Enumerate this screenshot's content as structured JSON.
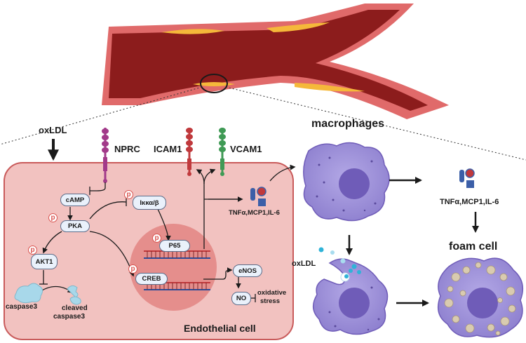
{
  "labels": {
    "oxldl_top": "oxLDL",
    "nprc": "NPRC",
    "icam1": "ICAM1",
    "vcam1": "VCAM1",
    "macrophages": "macrophages",
    "camp": "cAMP",
    "pka": "PKA",
    "ikk": "Iκκα/β",
    "akt1": "AKT1",
    "p65": "P65",
    "creb": "CREB",
    "enos": "eNOS",
    "no": "NO",
    "oxidative": "oxidative",
    "stress": "stress",
    "caspase3": "caspase3",
    "cleaved": "cleaved",
    "cleaved_caspase3": "caspase3",
    "cytokines_cell": "TNFα,MCP1,IL-6",
    "cytokines_right": "TNFα,MCP1,IL-6",
    "oxldl_mid": "oxLDL",
    "foam_cell": "foam cell",
    "endothelial_cell": "Endothelial cell",
    "phospho": "p"
  },
  "colors": {
    "vessel_outer": "#e06a6a",
    "vessel_lumen": "#8c1c1c",
    "plaque": "#f5b83a",
    "cell_fill": "#f2c2c0",
    "cell_border": "#c95b5b",
    "nucleus": "#e58e8c",
    "macrophage": "#9b8fd6",
    "macrophage_nucleus": "#6f5cb8",
    "nprc": "#a23a8a",
    "icam1": "#c0393c",
    "vcam1": "#3f9a55",
    "phospho": "#d9534f"
  }
}
